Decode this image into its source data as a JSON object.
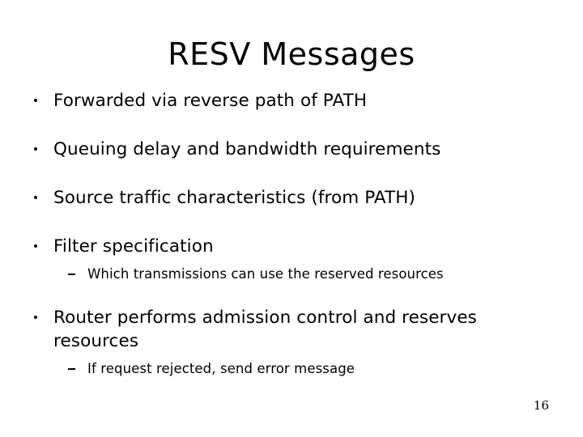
{
  "slide": {
    "title": "RESV Messages",
    "page_number": "16",
    "background_color": "#ffffff",
    "text_color": "#000000",
    "bullets": [
      {
        "level": 1,
        "marker": "bullet-dot",
        "text": "Forwarded via reverse path of PATH",
        "sub": []
      },
      {
        "level": 1,
        "marker": "bullet-dot",
        "text": "Queuing delay and bandwidth requirements",
        "sub": []
      },
      {
        "level": 1,
        "marker": "bullet-dot",
        "text": "Source traffic characteristics (from PATH)",
        "sub": []
      },
      {
        "level": 1,
        "marker": "bullet-dot",
        "text": "Filter specification",
        "sub": [
          {
            "level": 2,
            "marker": "bullet-dash",
            "text": "Which transmissions can use the reserved resources"
          }
        ]
      },
      {
        "level": 1,
        "marker": "bullet-dot",
        "text": "Router performs admission control and reserves resources",
        "sub": [
          {
            "level": 2,
            "marker": "bullet-dash",
            "text": "If request rejected, send error message"
          }
        ]
      }
    ]
  }
}
